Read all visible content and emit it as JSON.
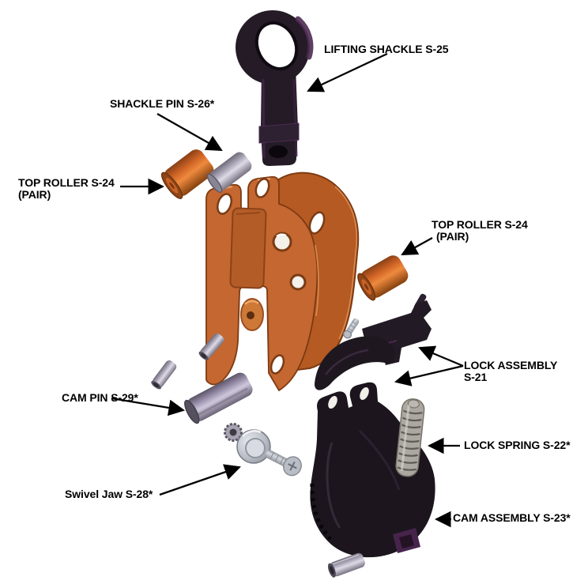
{
  "diagram": {
    "background": "#ffffff",
    "labels": [
      {
        "name": "lifting-shackle",
        "text": "LIFTING SHACKLE S-25"
      },
      {
        "name": "shackle-pin",
        "text": "SHACKLE PIN S-26*"
      },
      {
        "name": "top-roller-left",
        "text": "TOP ROLLER S-24",
        "text2": "(PAIR)"
      },
      {
        "name": "top-roller-right",
        "text": "TOP ROLLER S-24",
        "text2": "(PAIR)"
      },
      {
        "name": "lock-assembly",
        "text": "LOCK ASSEMBLY",
        "text2": "S-21"
      },
      {
        "name": "cam-pin",
        "text": "CAM PIN S-29*"
      },
      {
        "name": "lock-spring",
        "text": "LOCK SPRING S-22*"
      },
      {
        "name": "swivel-jaw",
        "text": "Swivel Jaw S-28*"
      },
      {
        "name": "cam-assembly",
        "text": "CAM ASSEMBLY S-23*"
      }
    ],
    "parts": [
      {
        "name": "lifting-shackle",
        "color": "#241b26"
      },
      {
        "name": "shackle-pin",
        "color": "#aea9bb"
      },
      {
        "name": "top-roller-pair",
        "color": "#c85f26"
      },
      {
        "name": "clamp-body",
        "color": "#c46730"
      },
      {
        "name": "lock-assembly",
        "color": "#221a24"
      },
      {
        "name": "cam-pin",
        "color": "#9d93ab"
      },
      {
        "name": "lock-spring",
        "color": "#a6a29c"
      },
      {
        "name": "swivel-jaw",
        "color": "#b9bdc5"
      },
      {
        "name": "cam-assembly",
        "color": "#1c151e"
      },
      {
        "name": "spring-pins",
        "color": "#a9a4b5"
      }
    ]
  }
}
